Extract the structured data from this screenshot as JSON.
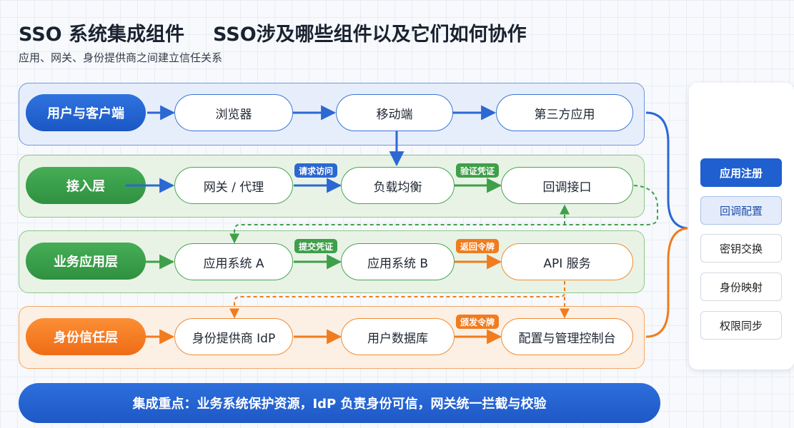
{
  "header": {
    "title_main": "SSO 系统集成组件",
    "title_secondary": "SSO涉及哪些组件以及它们如何协作",
    "subtitle": "应用、网关、身份提供商之间建立信任关系"
  },
  "lanes": [
    {
      "label": "用户与客户端",
      "nodes": [
        "浏览器",
        "移动端",
        "第三方应用"
      ]
    },
    {
      "label": "接入层",
      "nodes": [
        "网关 / 代理",
        "负载均衡",
        "回调接口"
      ]
    },
    {
      "label": "业务应用层",
      "nodes": [
        "应用系统 A",
        "应用系统 B",
        "API 服务"
      ]
    },
    {
      "label": "身份信任层",
      "nodes": [
        "身份提供商 IdP",
        "用户数据库",
        "配置与管理控制台"
      ]
    }
  ],
  "edge_tags": {
    "request_access": "请求访问",
    "verify_credential": "验证凭证",
    "submit_credential": "提交凭证",
    "return_token": "返回令牌",
    "issue_token": "颁发令牌"
  },
  "side_panel": {
    "items": [
      "应用注册",
      "回调配置",
      "密钥交换",
      "身份映射",
      "权限同步"
    ],
    "active_index": 0,
    "selected_index": 1
  },
  "banner": "集成重点：业务系统保护资源，IdP 负责身份可信，网关统一拦截与校验",
  "colors": {
    "blue": "#2c68d2",
    "green": "#3f9f4a",
    "orange": "#f07c1f"
  }
}
